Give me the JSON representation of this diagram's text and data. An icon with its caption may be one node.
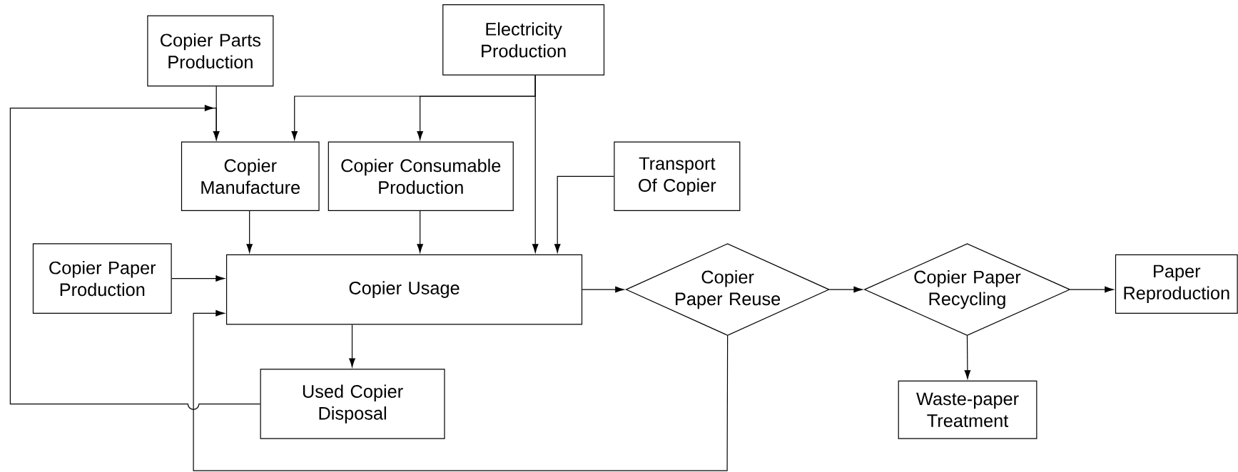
{
  "diagram": {
    "nodes": [
      {
        "text": [
          "Copier Parts Production"
        ]
      },
      {
        "text": [
          "Electricity Production"
        ]
      },
      {
        "text": [
          "Copier Manufacture"
        ]
      },
      {
        "text": [
          "Copier Consumable Production"
        ]
      },
      {
        "text": [
          "Transport Of Copier"
        ]
      },
      {
        "text": [
          "Copier Paper Production"
        ]
      },
      {
        "text": [
          "Copier Usage"
        ]
      },
      {
        "text": [
          "Copier Paper Reuse"
        ]
      },
      {
        "text": [
          "Copier Paper Recycling"
        ]
      },
      {
        "text": [
          "Paper Reproduction"
        ]
      },
      {
        "text": [
          "Used Copier Disposal"
        ]
      },
      {
        "text": [
          "Waste-paper Treatment"
        ]
      }
    ],
    "edges": [
      {
        "from": 0,
        "to": 2,
        "arrow": "to"
      },
      {
        "from": 1,
        "to": 2,
        "arrow": "to"
      },
      {
        "from": 1,
        "to": 3,
        "arrow": "to"
      },
      {
        "from": 1,
        "to": 6,
        "arrow": "to"
      },
      {
        "from": 4,
        "to": 6,
        "arrow": "to"
      },
      {
        "from": 2,
        "to": 6,
        "arrow": "to"
      },
      {
        "from": 3,
        "to": 6,
        "arrow": "to"
      },
      {
        "from": 5,
        "to": 6,
        "arrow": "to"
      },
      {
        "from": 6,
        "to": 10,
        "arrow": "to"
      },
      {
        "from": 6,
        "to": 7,
        "arrow": "to"
      },
      {
        "from": 7,
        "to": 8,
        "arrow": "to"
      },
      {
        "from": 8,
        "to": 9,
        "arrow": "to"
      },
      {
        "from": 8,
        "to": 11,
        "arrow": "to"
      },
      {
        "from": 10,
        "to": 2,
        "arrow": "to"
      },
      {
        "from": 7,
        "to": 6,
        "arrow": "to"
      }
    ]
  }
}
